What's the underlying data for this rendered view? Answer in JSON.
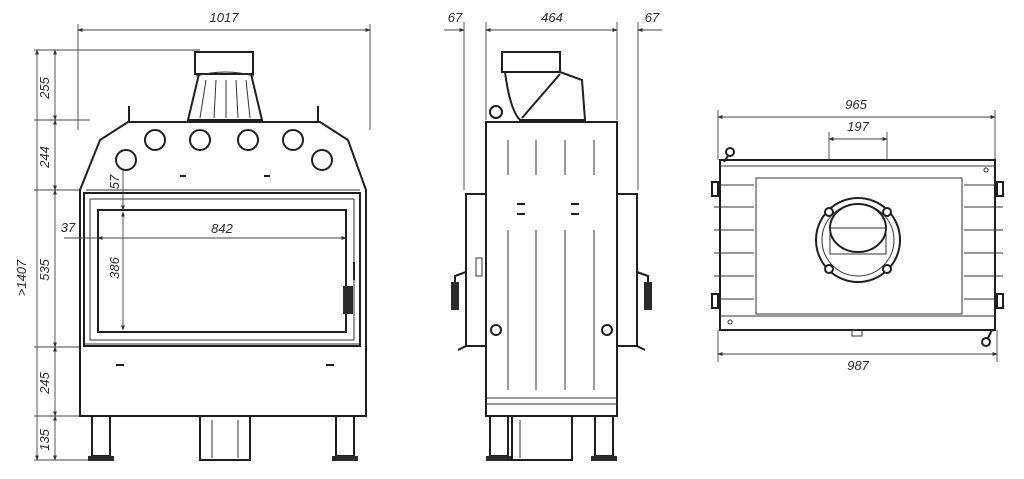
{
  "drawing": {
    "front_view": {
      "dims": {
        "total_width": "1017",
        "glass_width": "842",
        "glass_height": "386",
        "top_offset": "57",
        "left_offset": "37",
        "total_height": ">1407",
        "seg_flue": "255",
        "seg_top": "244",
        "seg_door": "535",
        "seg_bottom": "245",
        "seg_legs": "135"
      }
    },
    "side_view": {
      "dims": {
        "left_handle": "67",
        "body_depth": "464",
        "right_handle": "67"
      }
    },
    "top_view": {
      "dims": {
        "top_width": "965",
        "flue_diameter": "197",
        "bottom_width": "987"
      }
    }
  }
}
